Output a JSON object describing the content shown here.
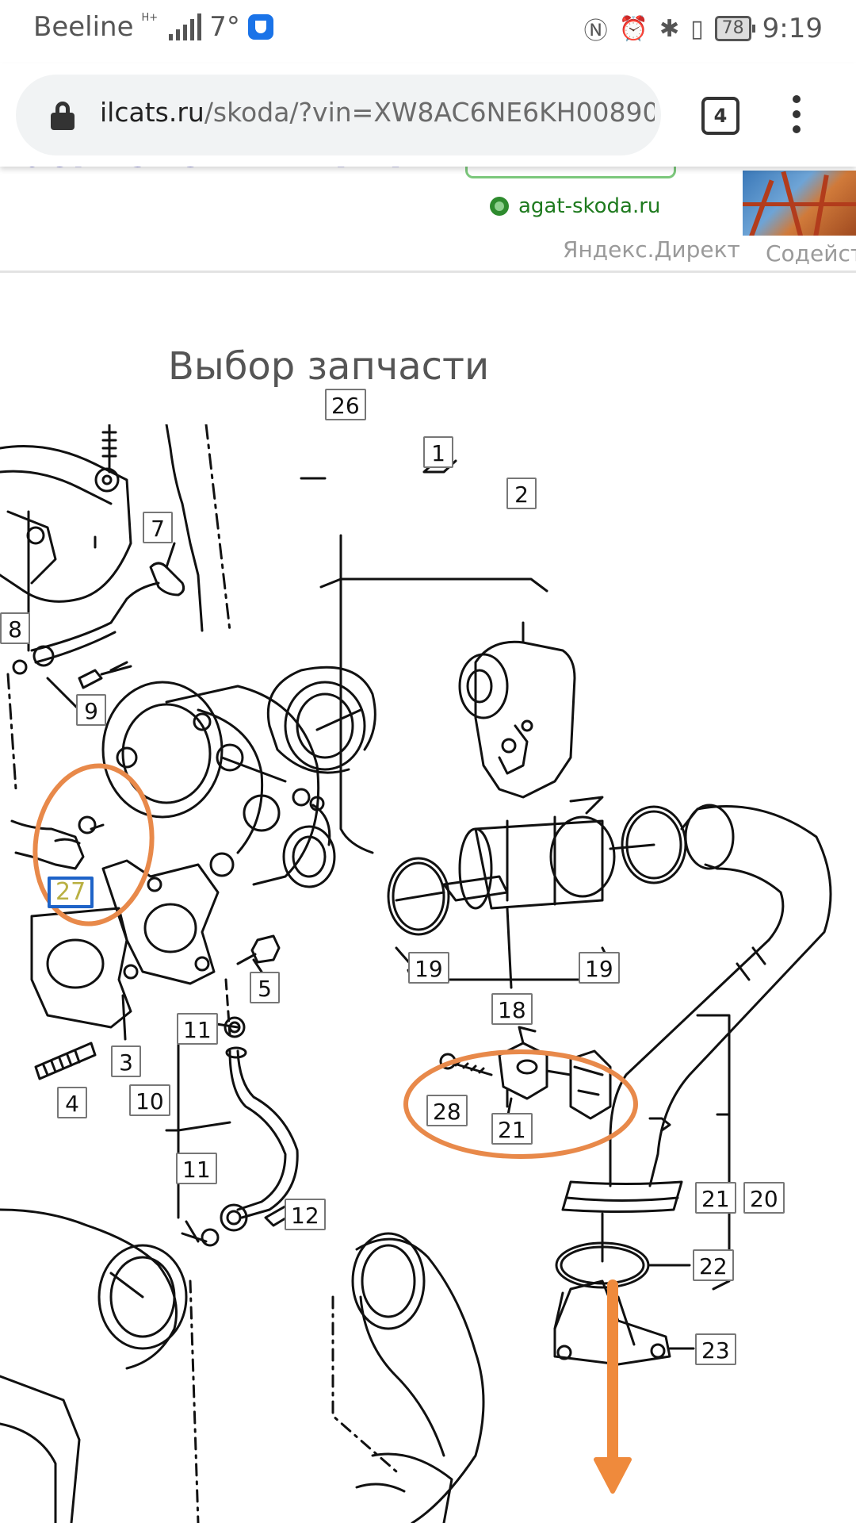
{
  "status_bar": {
    "carrier": "Beeline",
    "network": "H+",
    "temperature": "7°",
    "battery": "78",
    "time": "9:19"
  },
  "browser": {
    "url_domain": "ilcats.ru",
    "url_path": "/skoda/?vin=XW8AC6NE6KH00890",
    "tab_count": "4"
  },
  "ad": {
    "title": "части SKODA в АГАТ",
    "domain": "agat-skoda.ru",
    "source": "Яндекс.Директ",
    "source2": "Содейст"
  },
  "page": {
    "title": "Выбор запчасти"
  },
  "diagram": {
    "labels": {
      "l1": "1",
      "l2": "2",
      "l3": "3",
      "l4": "4",
      "l5": "5",
      "l7": "7",
      "l8": "8",
      "l9": "9",
      "l10": "10",
      "l11a": "11",
      "l11b": "11",
      "l12": "12",
      "l18": "18",
      "l19a": "19",
      "l19b": "19",
      "l20": "20",
      "l21a": "21",
      "l21b": "21",
      "l22": "22",
      "l23": "23",
      "l26": "26",
      "l27": "27",
      "l28": "28"
    },
    "selected": "27",
    "highlight_color": "#e8894a",
    "selection_color": "#1e63c8"
  }
}
